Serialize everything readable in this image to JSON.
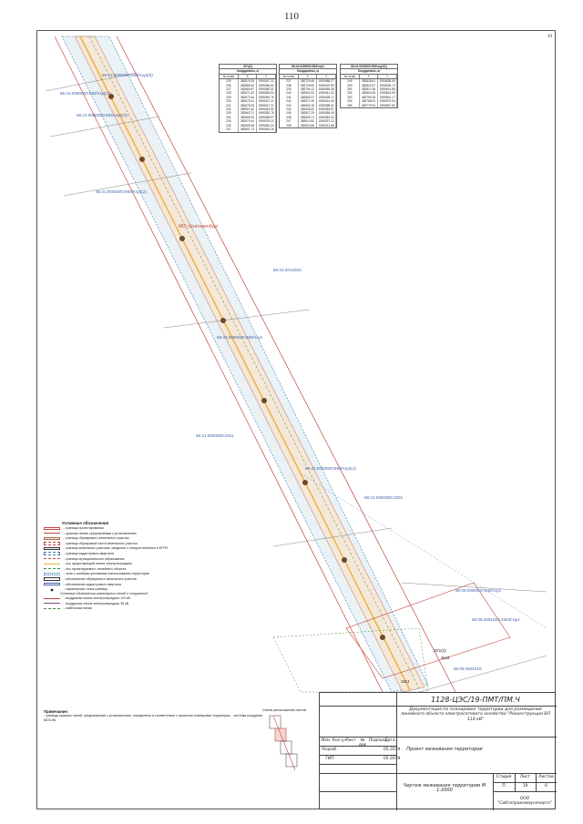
{
  "page_number": "110",
  "sheet_number": "19",
  "map": {
    "cadastral_labels": [
      "66:41:0000000:593/чзу2(5)",
      "66:41:0000000:593/чзу2(4)",
      "66:41:0000000:593/чзу2(3)",
      "66:41:0000000:593/чзу2(2)",
      "66:41:0000000:593/чзу1",
      "66:41:2014015",
      "66:41:0000000:593/чзу2(1)",
      "66:41:0000000:2611",
      "66:41:0000000:1001",
      "66:06:4601016:4543/чзу1",
      "66:06:4601016",
      "66:06:0000000:639/чзу1",
      "ЗУ1(2)",
      "4543",
      "1513"
    ],
    "municipality_label": "МО г.Екатеринбург"
  },
  "tables": [
    {
      "title": "ЗУ1(2)",
      "sub": "Координаты, м",
      "cols": [
        "№ точки",
        "X",
        "Y"
      ],
      "rows": [
        [
          "225",
          "382675.25",
          "1595347.21"
        ],
        [
          "226",
          "382680.62",
          "1595366.82"
        ],
        [
          "227",
          "382683.67",
          "1595382.51"
        ],
        [
          "228",
          "382671.30",
          "1595384.53"
        ],
        [
          "229",
          "382673.44",
          "1595354.76"
        ],
        [
          "230",
          "382675.12",
          "1595347.21"
        ],
        [
          "231",
          "382675.25",
          "1595347.21"
        ],
        [
          "232",
          "382657.62",
          "1595344.52"
        ],
        [
          "233",
          "382663.71",
          "1595352.76"
        ],
        [
          "234",
          "382668.25",
          "1595365.67"
        ],
        [
          "235",
          "382670.44",
          "1595379.21"
        ],
        [
          "236",
          "382655.48",
          "1595381.34"
        ],
        [
          "237",
          "382651.73",
          "1595363.26"
        ]
      ]
    },
    {
      "title": "66:41:0000000:593/чзу1",
      "sub": "Координаты, м",
      "cols": [
        "№ точки",
        "X",
        "Y"
      ],
      "rows": [
        [
          "237",
          "382729.45",
          "1595488.27"
        ],
        [
          "238",
          "382718.60",
          "1595470.59"
        ],
        [
          "239",
          "382706.12",
          "1595455.38"
        ],
        [
          "240",
          "382694.33",
          "1595441.22"
        ],
        [
          "241",
          "382683.27",
          "1595428.71"
        ],
        [
          "242",
          "382671.95",
          "1595414.40"
        ],
        [
          "243",
          "382660.18",
          "1595398.61"
        ],
        [
          "244",
          "382648.22",
          "1595383.57"
        ],
        [
          "245",
          "382637.29",
          "1595368.45"
        ],
        [
          "246",
          "382625.71",
          "1595352.34"
        ],
        [
          "247",
          "382614.52",
          "1595337.12"
        ],
        [
          "248",
          "382603.66",
          "1595321.88"
        ]
      ]
    },
    {
      "title": "66:41:0000000:593/чзу2(1)",
      "sub": "Координаты, м",
      "cols": [
        "№ точки",
        "X",
        "Y"
      ],
      "rows": [
        [
          "249",
          "382828.61",
          "1595638.46"
        ],
        [
          "250",
          "382820.47",
          "1595626.73"
        ],
        [
          "251",
          "382812.39",
          "1595614.88"
        ],
        [
          "252",
          "382804.26",
          "1595603.05"
        ],
        [
          "253",
          "382796.18",
          "1595591.17"
        ],
        [
          "254",
          "382788.03",
          "1595579.34"
        ],
        [
          "255",
          "382779.94",
          "1595567.50"
        ]
      ]
    }
  ],
  "legend": {
    "title": "Условные обозначения",
    "items": [
      "- граница проектирования",
      "- красная линия, предлагаемая к установлению",
      "- граница образуемого земельного участка",
      "- граница образуемой части земельного участка",
      "- граница земельных участков, сведения о которых внесены в ЕГРН",
      "- граница кадастрового квартала",
      "- граница муниципального образования",
      "- ось существующей линии электропередачи",
      "- ось проектируемого линейного объекта",
      "- зона с особыми условиями использования территории",
      "- обозначение образуемого земельного участка",
      "- обозначение кадастрового квартала",
      "- характерная точка границы"
    ],
    "sub_engineering": "Условные обозначения инженерных сетей и сооружений",
    "engineering_items": [
      "- воздушная линия электропередачи 110 кВ",
      "- воздушная линия электропередачи 35 кВ",
      "- кабельная линия"
    ]
  },
  "notes": {
    "title": "Примечание:",
    "text": "- границы красных линий, предлагаемые к установлению, определены в соответствии с проектом планировки территории; - система координат МСК-66."
  },
  "schema": {
    "title": "Схема расположения листов"
  },
  "title_block": {
    "code": "1128-ЦЭС/19-ПМТ/ПМ.Ч",
    "project": "Документация по планировке территории для размещения линейного объекта электросетевого хозяйства \"Реконструкция ВЛ 110 кВ\"",
    "headers": [
      "Изм.",
      "Кол.уч",
      "Лист",
      "№ док",
      "Подпись",
      "Дата"
    ],
    "roles": [
      [
        "Разраб.",
        "",
        "",
        "05.2019"
      ],
      [
        "ГИП",
        "",
        "",
        "05.2019"
      ]
    ],
    "stage_label": "Стадия",
    "sheet_label": "Лист",
    "sheets_label": "Листов",
    "stage": "П",
    "sheet": "19",
    "sheets": "6",
    "drawing_name": "Проект межевания территории",
    "drawing_title": "Чертеж межевания территории М 1:2000",
    "company": "ООО \"Сибгипрокоммунэнерго\""
  }
}
